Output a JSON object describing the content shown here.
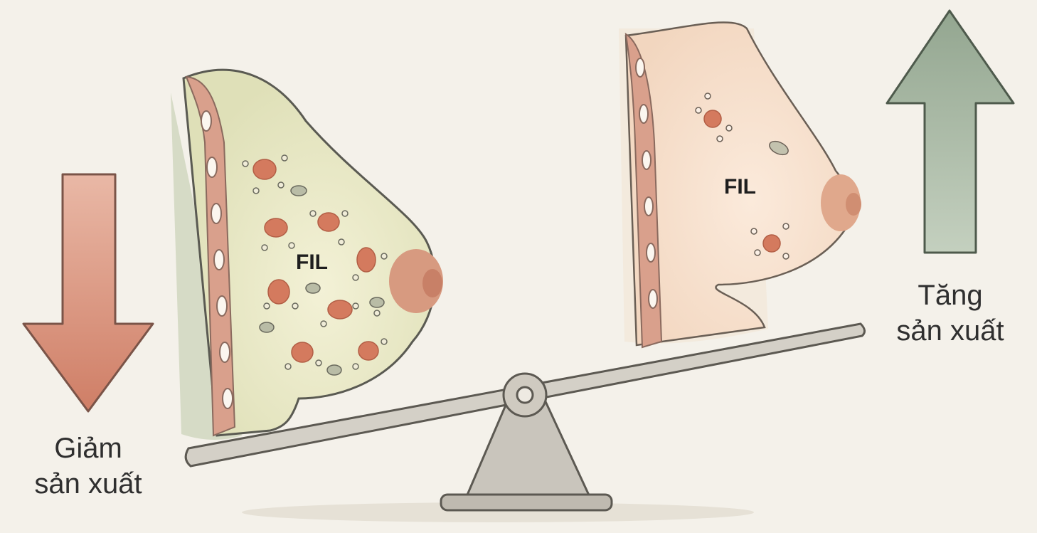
{
  "left_breast": {
    "fil_label": "FIL",
    "fil_level": "high"
  },
  "right_breast": {
    "fil_label": "FIL",
    "fil_level": "low"
  },
  "decrease": {
    "line1": "Giảm",
    "line2": "sản xuất",
    "arrow_direction": "down",
    "color": "#d88c78"
  },
  "increase": {
    "line1": "Tăng",
    "line2": "sản xuất",
    "arrow_direction": "up",
    "color": "#a9b9a4"
  },
  "scale": {
    "tilt": "left side down",
    "color": "#c9c5bc"
  },
  "colors": {
    "background": "#f4f1ea",
    "full_breast": "#ece9c8",
    "soft_breast": "#f6e2cf",
    "fil_clusters": "#d47a5e",
    "chest_wall": "#d9a08c"
  }
}
